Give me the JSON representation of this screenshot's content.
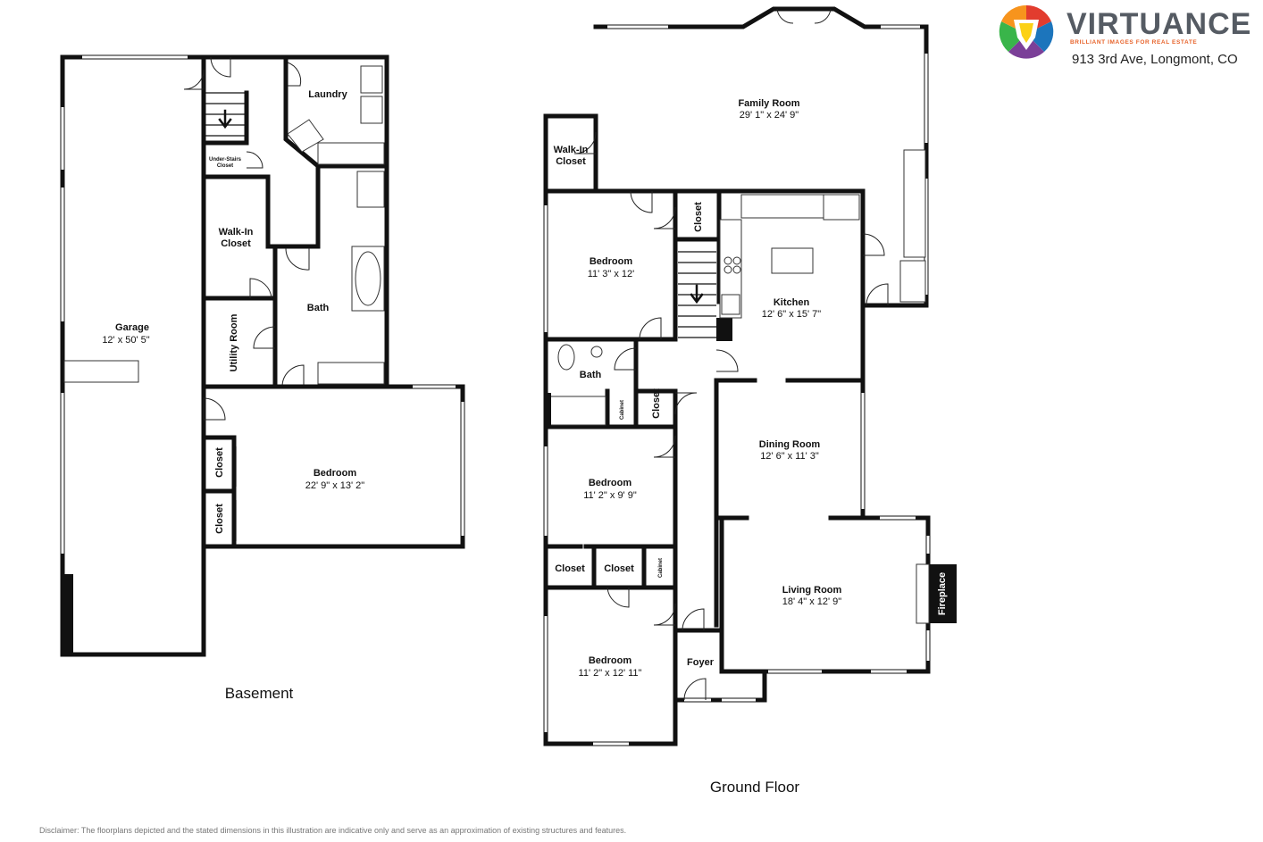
{
  "brand": {
    "name": "VIRTUANCE",
    "tagline": "BRILLIANT IMAGES FOR REAL ESTATE",
    "address": "913 3rd Ave, Longmont, CO",
    "colors": [
      "#e23c2e",
      "#f7941d",
      "#fcd116",
      "#39b54a",
      "#1c75bc",
      "#7b3f98"
    ]
  },
  "floors": {
    "basement": "Basement",
    "ground": "Ground Floor"
  },
  "rooms": {
    "garage": {
      "name": "Garage",
      "dim": "12' x 50' 5\""
    },
    "laundry": {
      "name": "Laundry"
    },
    "under_stairs": {
      "name": "Under-Stairs",
      "name2": "Closet"
    },
    "walkin_b": {
      "name": "Walk-In",
      "name2": "Closet"
    },
    "bath_b": {
      "name": "Bath"
    },
    "utility": {
      "name": "Utility Room"
    },
    "closet_b1": {
      "name": "Closet"
    },
    "closet_b2": {
      "name": "Closet"
    },
    "bedroom_b": {
      "name": "Bedroom",
      "dim": "22' 9\" x 13' 2\""
    },
    "family": {
      "name": "Family Room",
      "dim": "29' 1\" x 24' 9\""
    },
    "walkin_g": {
      "name": "Walk-In",
      "name2": "Closet"
    },
    "bedroom_g1": {
      "name": "Bedroom",
      "dim": "11' 3\" x 12'"
    },
    "closet_g1": {
      "name": "Closet"
    },
    "kitchen": {
      "name": "Kitchen",
      "dim": "12' 6\" x 15' 7\""
    },
    "bath_g": {
      "name": "Bath"
    },
    "cabinet_g1": {
      "name": "Cabinet"
    },
    "closet_g2": {
      "name": "Closet"
    },
    "dining": {
      "name": "Dining Room",
      "dim": "12' 6\" x 11' 3\""
    },
    "bedroom_g2": {
      "name": "Bedroom",
      "dim": "11' 2\" x 9' 9\""
    },
    "closet_g3": {
      "name": "Closet"
    },
    "closet_g4": {
      "name": "Closet"
    },
    "cabinet_g2": {
      "name": "Cabinet"
    },
    "living": {
      "name": "Living Room",
      "dim": "18' 4\" x 12' 9\""
    },
    "fireplace": {
      "name": "Fireplace"
    },
    "bedroom_g3": {
      "name": "Bedroom",
      "dim": "11' 2\" x 12' 11\""
    },
    "foyer": {
      "name": "Foyer"
    }
  },
  "disclaimer": "Disclaimer: The floorplans depicted and the stated dimensions in this illustration are indicative only and serve as an approximation of existing structures and features."
}
